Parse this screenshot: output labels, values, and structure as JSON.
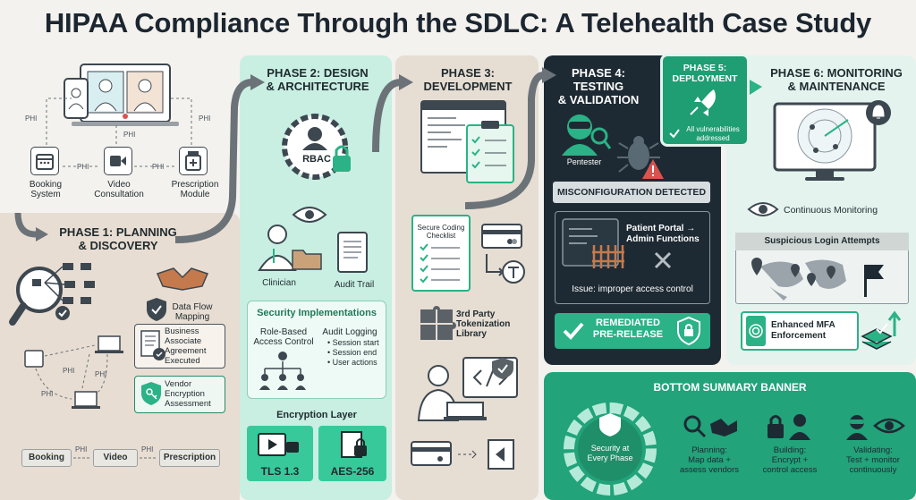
{
  "title": "HIPAA Compliance Through the SDLC: A Telehealth Case Study",
  "top_flow": {
    "phi": "PHI",
    "booking": "Booking\nSystem",
    "video": "Video\nConsultation",
    "prescription": "Prescription\nModule"
  },
  "phase1": {
    "title": "PHASE 1: PLANNING\n& DISCOVERY",
    "data_flow": "Data Flow\nMapping",
    "baa": "Business\nAssociate\nAgreement\nExecuted",
    "vendor": "Vendor\nEncryption\nAssessment",
    "bottom_chips": [
      "Booking",
      "Video",
      "Prescription"
    ]
  },
  "phase2": {
    "title": "PHASE 2: DESIGN\n& ARCHITECTURE",
    "rbac": "RBAC",
    "clinician": "Clinician",
    "audit_trail": "Audit Trail",
    "security_title": "Security Implementations",
    "rbac_label": "Role-Based\nAccess Control",
    "audit_logging": "Audit Logging",
    "audit_items": [
      "• Session start",
      "• Session end",
      "• User actions"
    ],
    "encryption_layer": "Encryption Layer",
    "tls": "TLS 1.3",
    "aes": "AES-256"
  },
  "phase3": {
    "title": "PHASE 3:\nDEVELOPMENT",
    "checklist": "Secure Coding\nChecklist",
    "tokenization": "3rd Party\nTokenization\nLibrary"
  },
  "phase4": {
    "title": "PHASE 4: TESTING\n& VALIDATION",
    "pentester": "Pentester",
    "misconfig": "MISCONFIGURATION DETECTED",
    "portal": "Patient Portal →\nAdmin Functions",
    "issue": "Issue: improper access control",
    "remediated": "REMEDIATED\nPRE-RELEASE"
  },
  "phase5": {
    "title": "PHASE 5:\nDEPLOYMENT",
    "vuln": "All vulnerabilities\naddressed"
  },
  "phase6": {
    "title": "PHASE 6: MONITORING\n& MAINTENANCE",
    "continuous": "Continuous Monitoring",
    "suspicious": "Suspicious Login Attempts",
    "mfa": "Enhanced MFA\nEnforcement"
  },
  "summary": {
    "title": "BOTTOM SUMMARY BANNER",
    "center": "Security at\nEvery Phase",
    "planning": "Planning:\nMap data +\nassess vendors",
    "building": "Building:\nEncrypt +\ncontrol access",
    "validating": "Validating:\nTest + monitor\ncontinuously"
  },
  "colors": {
    "phase1_bg": "#e8ddd2",
    "phase2_bg": "#c8efe2",
    "phase3_bg": "#e6ddd3",
    "phase4_bg": "#1e2a33",
    "phase5_bg": "#1f9d73",
    "summary_bg": "#22a37a",
    "accent_green": "#2bb286"
  }
}
